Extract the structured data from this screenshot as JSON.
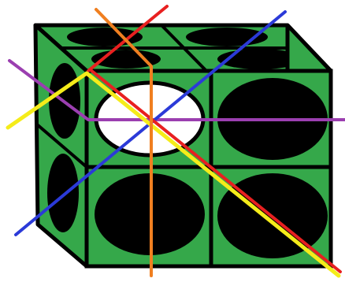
{
  "diagram": {
    "colors": {
      "background": "#ffffff",
      "cube_face": "#35a84a",
      "outline": "#000000",
      "hole": "#000000",
      "highlighted_hole": "#ffffff"
    },
    "lines": [
      {
        "name": "red-line",
        "color": "#e82020"
      },
      {
        "name": "orange-line",
        "color": "#f07f20"
      },
      {
        "name": "blue-line",
        "color": "#2b3ad8"
      },
      {
        "name": "purple-line",
        "color": "#9b3fb0"
      },
      {
        "name": "yellow-line",
        "color": "#f5ec1a"
      }
    ]
  }
}
